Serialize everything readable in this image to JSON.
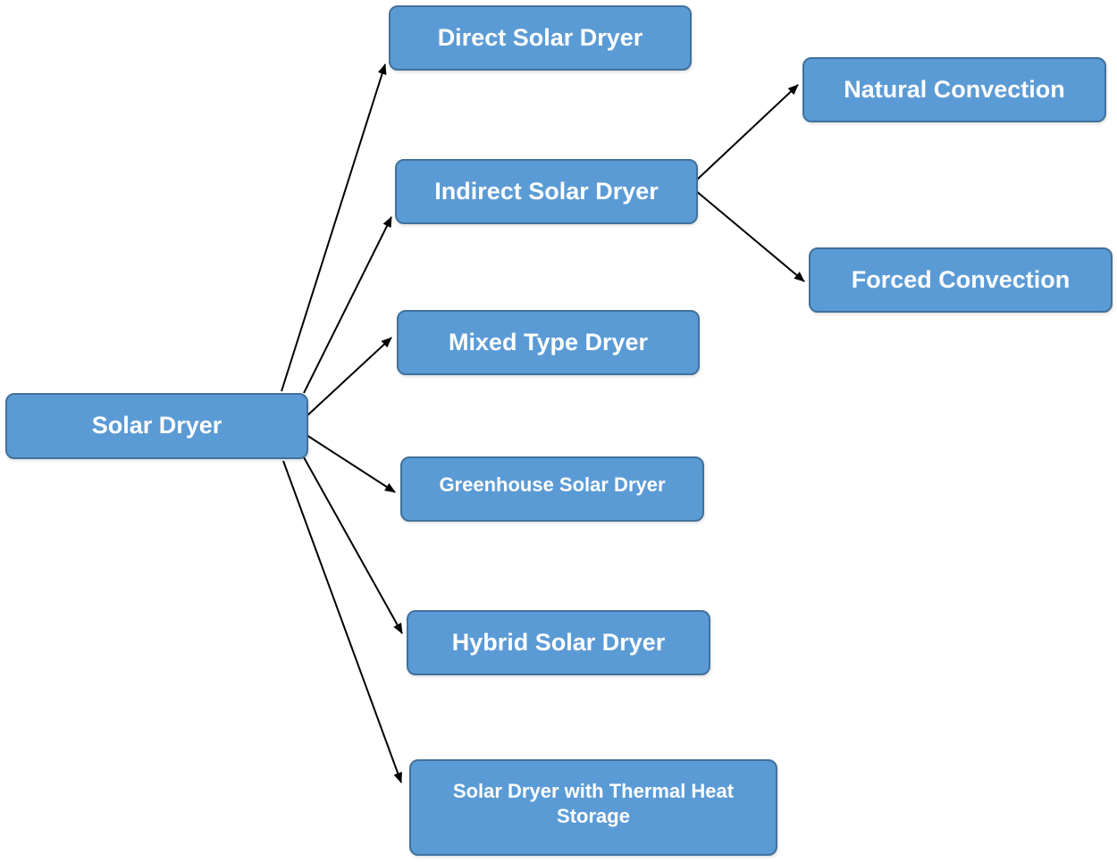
{
  "root": {
    "label": "Solar Dryer"
  },
  "types": [
    {
      "id": "direct",
      "label": "Direct Solar Dryer"
    },
    {
      "id": "indirect",
      "label": "Indirect Solar Dryer"
    },
    {
      "id": "mixed",
      "label": "Mixed Type Dryer"
    },
    {
      "id": "greenhouse",
      "label": "Greenhouse Solar Dryer"
    },
    {
      "id": "hybrid",
      "label": "Hybrid Solar Dryer"
    },
    {
      "id": "thermal",
      "label": "Solar Dryer with Thermal Heat Storage"
    }
  ],
  "indirect_subtypes": [
    {
      "id": "natural",
      "label": "Natural Convection"
    },
    {
      "id": "forced",
      "label": "Forced Convection"
    }
  ],
  "colors": {
    "node_fill": "#5b9bd5",
    "node_border": "#41719c",
    "node_text": "#ffffff",
    "arrow": "#000000"
  }
}
